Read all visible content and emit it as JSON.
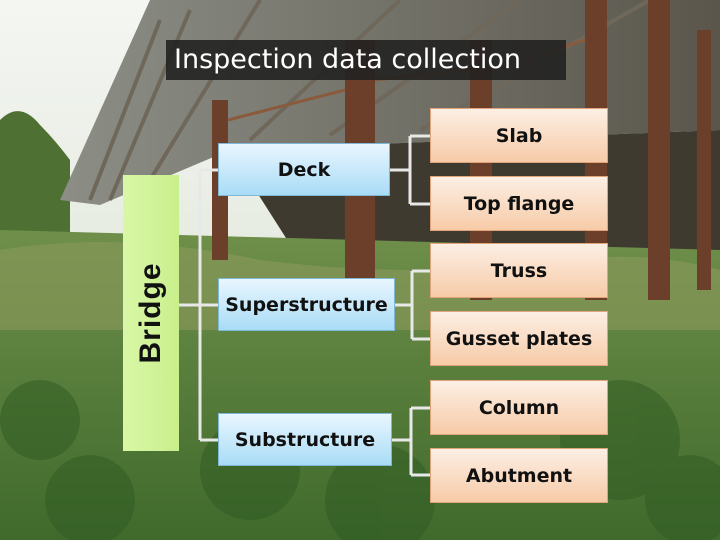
{
  "title": "Inspection data collection",
  "root": {
    "label": "Bridge"
  },
  "level1": {
    "deck": "Deck",
    "superstructure": "Superstructure",
    "substructure": "Substructure"
  },
  "level2": {
    "slab": "Slab",
    "top_flange": "Top flange",
    "truss": "Truss",
    "gusset_plates": "Gusset plates",
    "column": "Column",
    "abutment": "Abutment"
  },
  "colors": {
    "root_fill": "#c9ef8c",
    "level1_fill": "#a9dcf6",
    "level2_fill": "#f7cba8",
    "title_bg": "#202020"
  }
}
